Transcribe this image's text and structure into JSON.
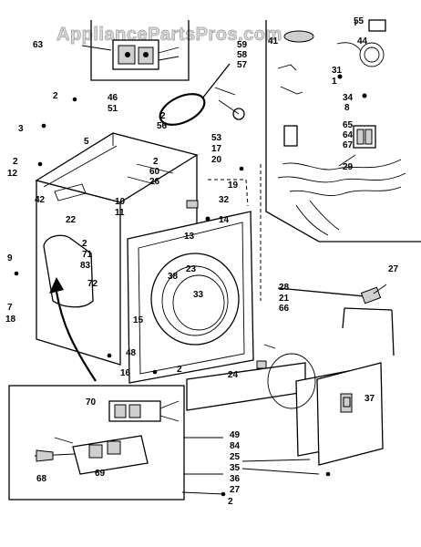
{
  "watermark": "AppliancePartsPros.com",
  "part_labels": {
    "p63": "63",
    "p59": "59",
    "p58": "58",
    "p57": "57",
    "p55": "55",
    "p41": "41",
    "p44": "44",
    "p31": "31",
    "p1": "1",
    "p34": "34",
    "p8": "8",
    "p65": "65",
    "p64": "64",
    "p67": "67",
    "p29": "29",
    "p2a": "2",
    "p46": "46",
    "p51": "51",
    "p3": "3",
    "p5": "5",
    "p2b": "2",
    "p56": "56",
    "p53": "53",
    "p17": "17",
    "p20": "20",
    "p2c": "2",
    "p12": "12",
    "p2d": "2",
    "p60": "60",
    "p26": "26",
    "p19": "19",
    "p32": "32",
    "p42": "42",
    "p22": "22",
    "p10": "10",
    "p11": "11",
    "p14": "14",
    "p13": "13",
    "p9": "9",
    "p7": "7",
    "p18": "18",
    "p2e": "2",
    "p71": "71",
    "p83": "83",
    "p72": "72",
    "p38": "38",
    "p23": "23",
    "p33": "33",
    "p28": "28",
    "p21": "21",
    "p66": "66",
    "p27a": "27",
    "p15": "15",
    "p48": "48",
    "p16": "16",
    "p2f": "2",
    "p24": "24",
    "p70": "70",
    "p37": "37",
    "p49": "49",
    "p84": "84",
    "p25": "25",
    "p35": "35",
    "p36": "36",
    "p27b": "27",
    "p68": "68",
    "p69": "69",
    "p2g": "2"
  }
}
